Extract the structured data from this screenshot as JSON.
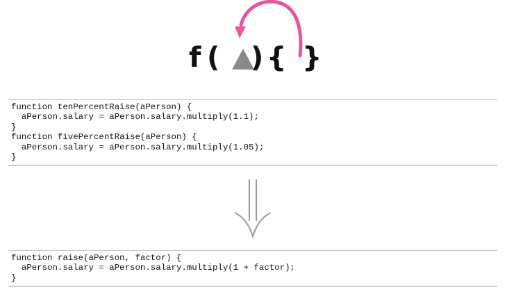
{
  "logo": {
    "function_letter": "f",
    "open_paren": "(",
    "close_paren": ")",
    "open_brace": "{",
    "close_brace": "}",
    "accent_color": "#e8559c",
    "triangle_color": "#8a8a8a",
    "icons": [
      "curved-arrow-icon",
      "triangle-parameter-icon"
    ]
  },
  "before_code": {
    "lines": [
      "function tenPercentRaise(aPerson) {",
      "  aPerson.salary = aPerson.salary.multiply(1.1);",
      "}",
      "function fivePercentRaise(aPerson) {",
      "  aPerson.salary = aPerson.salary.multiply(1.05);",
      "}"
    ]
  },
  "transition": {
    "icon": "double-down-arrow-icon",
    "color": "#9a9a9a"
  },
  "after_code": {
    "lines": [
      "function raise(aPerson, factor) {",
      "  aPerson.salary = aPerson.salary.multiply(1 + factor);",
      "}"
    ]
  }
}
